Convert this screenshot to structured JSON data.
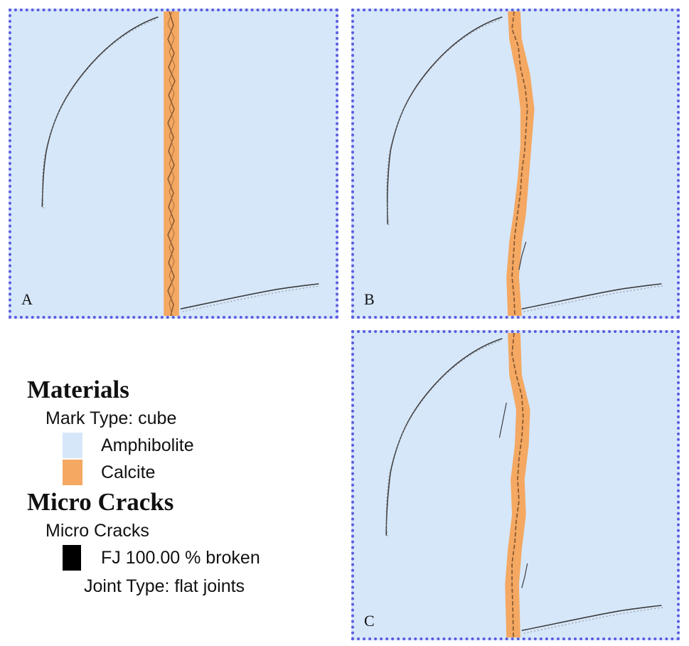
{
  "panels": [
    {
      "id": "A",
      "label": "A"
    },
    {
      "id": "B",
      "label": "B"
    },
    {
      "id": "C",
      "label": "C"
    }
  ],
  "legend": {
    "materials_title": "Materials",
    "mark_type": "Mark Type: cube",
    "materials": [
      {
        "name": "Amphibolite",
        "color": "#d6e7fa"
      },
      {
        "name": "Calcite",
        "color": "#f4a862"
      }
    ],
    "cracks_title": "Micro Cracks",
    "cracks_subtitle": "Micro Cracks",
    "crack_item": {
      "name": "FJ 100.00 % broken",
      "color": "#000000"
    },
    "joint_type": "Joint Type: flat joints"
  },
  "colors": {
    "background": "#d6e7fa",
    "vein": "#f4a862",
    "vein_texture": "#8a5a32",
    "crack": "#3c3c3c",
    "frame": "#5b5be0"
  }
}
